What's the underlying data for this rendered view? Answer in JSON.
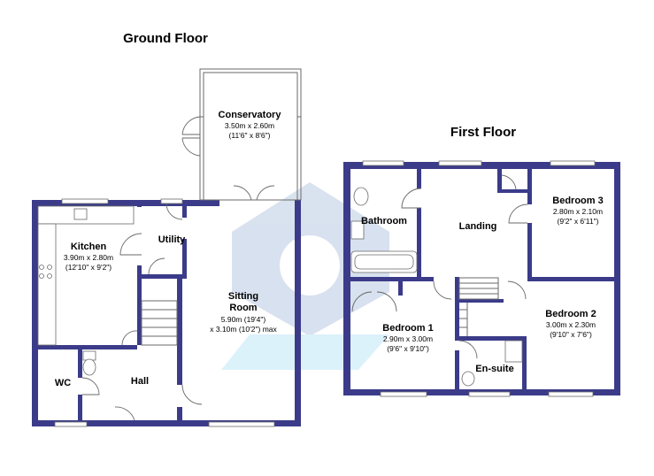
{
  "floors": {
    "ground": {
      "title": "Ground Floor",
      "rooms": {
        "conservatory": {
          "name": "Conservatory",
          "metric": "3.50m x 2.60m",
          "imperial": "(11'6\" x 8'6\")"
        },
        "kitchen": {
          "name": "Kitchen",
          "metric": "3.90m x 2.80m",
          "imperial": "(12'10\" x 9'2\")"
        },
        "utility": {
          "name": "Utility"
        },
        "sitting_room": {
          "name_line1": "Sitting",
          "name_line2": "Room",
          "dim_line1": "5.90m (19'4\")",
          "dim_line2": "x 3.10m (10'2\") max"
        },
        "wc": {
          "name": "WC"
        },
        "hall": {
          "name": "Hall"
        }
      }
    },
    "first": {
      "title": "First Floor",
      "rooms": {
        "bathroom": {
          "name": "Bathroom"
        },
        "landing": {
          "name": "Landing"
        },
        "bedroom3": {
          "name": "Bedroom 3",
          "metric": "2.80m x 2.10m",
          "imperial": "(9'2\" x 6'11\")"
        },
        "bedroom1": {
          "name": "Bedroom 1",
          "metric": "2.90m x 3.00m",
          "imperial": "(9'6\" x 9'10\")"
        },
        "bedroom2": {
          "name": "Bedroom 2",
          "metric": "3.00m x 2.30m",
          "imperial": "(9'10\" x 7'6\")"
        },
        "ensuite": {
          "name": "En-suite"
        }
      }
    }
  },
  "colors": {
    "wall": "#3b3b8a",
    "watermark_blue": "#2f5ca8",
    "watermark_cyan": "#3fb5e6"
  }
}
